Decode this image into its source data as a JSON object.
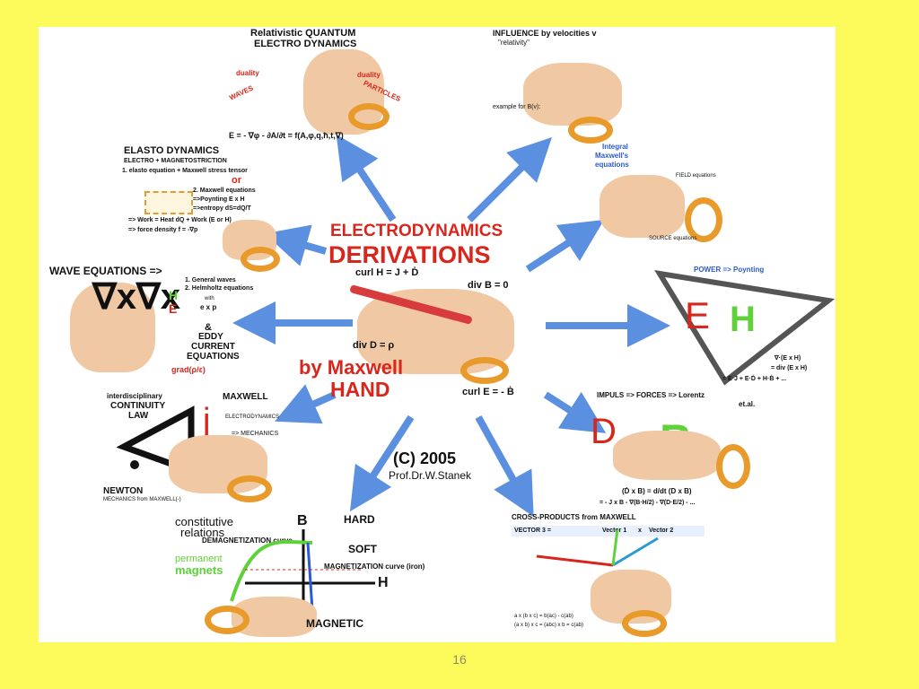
{
  "slide": {
    "page_number": "16",
    "center": {
      "line1": "ELECTRODYNAMICS",
      "line2": "DERIVATIONS",
      "curl_h": "curl H = J + Ḋ",
      "div_b": "div B = 0",
      "div_d": "div D = ρ",
      "by_maxwell": "by Maxwell",
      "hand": "HAND",
      "curl_e": "curl E = - Ḃ",
      "copyright": "(C) 2005",
      "author": "Prof.Dr.W.Stanek"
    },
    "panels": {
      "qed": {
        "title1": "Relativistic  QUANTUM",
        "title2": "ELECTRO  DYNAMICS",
        "duality_left": "duality",
        "waves": "WAVES",
        "duality_right": "duality",
        "particles": "PARTICLES",
        "equation": "E = - ∇φ - ∂A/∂t = f(A,φ,q,ħ,t,∇)"
      },
      "velocity": {
        "title": "INFLUENCE by velocities v",
        "relativity": "\"relativity\"",
        "example": "example for B(v):"
      },
      "integral": {
        "title1": "Integral",
        "title2": "Maxwell's",
        "title3": "equations",
        "field": "FIELD equations",
        "source": "SOURCE equations"
      },
      "elasto": {
        "title": "ELASTO DYNAMICS",
        "subtitle": "ELECTRO + MAGNETOSTRICTION",
        "item1": "1. elasto equation + Maxwell stress tensor",
        "or": "or",
        "item2": "2. Maxwell equations",
        "poynting": "=>Poynting E x H",
        "entropy": "=>entropy dS=dQ/T",
        "work": "=> Work = Heat dQ + Work (E or H)",
        "force": "=> force density f = -∇p"
      },
      "power": {
        "title": "POWER  =>  Poynting",
        "div1": "∇·(E x H)",
        "div2": "= div (E x H)",
        "bottom": "= E·J + E·Ḋ + H·Ḃ + ..."
      },
      "wave": {
        "title": "WAVE EQUATIONS  =>",
        "item1": "1. General waves",
        "item2": "2. Helmholtz equations",
        "with": "with",
        "exp": "e x p",
        "and": "&",
        "eddy1": "EDDY",
        "eddy2": "CURRENT",
        "eddy3": "EQUATIONS",
        "grad": "grad(ρ/ε)"
      },
      "continuity": {
        "title1": "interdisciplinary",
        "title2": "CONTINUITY",
        "title3": "LAW",
        "maxwell": "MAXWELL",
        "electro": "ELECTRODYNAMICS",
        "mechanics": "=> MECHANICS",
        "newton": "NEWTON",
        "newton_sub": "MECHANICS from MAXWELL(-)"
      },
      "impuls": {
        "title": "IMPULS => FORCES => Lorentz",
        "etal": "et.al.",
        "eq1": "(Ḋ x B) = d/dt (D x B)",
        "eq2": "= - J x B - ∇(B·H/2) - ∇(D·E/2) - ..."
      },
      "constitutive": {
        "title1": "constitutive",
        "title2": "relations",
        "demag": "DEMAGNETIZATION curve",
        "permanent1": "permanent",
        "permanent2": "magnets",
        "b_axis": "B",
        "h_axis": "H",
        "hard": "HARD",
        "soft": "SOFT",
        "magnetization": "MAGNETIZATION curve (iron)",
        "magnetic": "MAGNETIC"
      },
      "cross": {
        "title": "CROSS-PRODUCTS from MAXWELL",
        "vector3": "VECTOR 3  =",
        "vector1": "Vector 1",
        "times": "x",
        "vector2": "Vector 2",
        "triple": "a x (b x c) = b(ac) - c(ab)",
        "triple2": "(a x b) x c = (abc) x b = c(ab)"
      }
    },
    "colors": {
      "background": "#fdfb5c",
      "title_red": "#d8261c",
      "arrow_blue": "#5b8fe0",
      "accent_green": "#5fd13a"
    }
  }
}
